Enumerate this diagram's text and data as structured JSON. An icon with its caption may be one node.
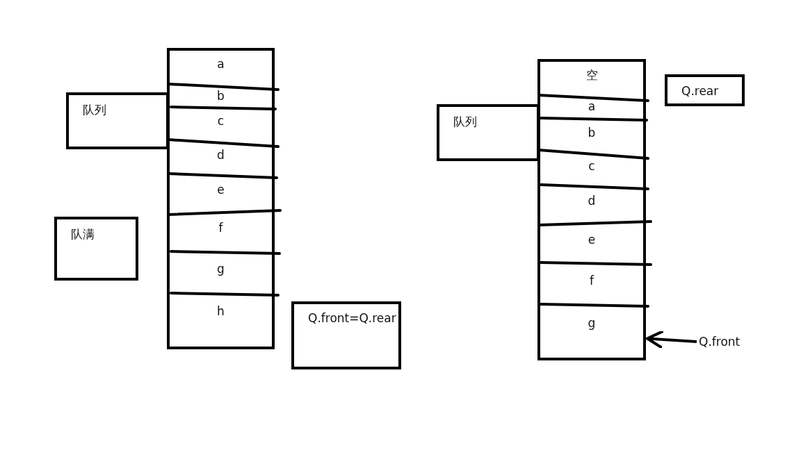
{
  "diagram": {
    "nodes": [
      {
        "text": [],
        "shape": "box"
      },
      {
        "text": [
          "a"
        ],
        "in": 0
      },
      {
        "text": [
          "b"
        ],
        "in": 0
      },
      {
        "text": [
          "c"
        ],
        "in": 0
      },
      {
        "text": [
          "d"
        ],
        "in": 0
      },
      {
        "text": [
          "e"
        ],
        "in": 0
      },
      {
        "text": [
          "f"
        ],
        "in": 0
      },
      {
        "text": [
          "g"
        ],
        "in": 0
      },
      {
        "text": [
          "h"
        ],
        "in": 0
      },
      {
        "text": [
          "队列"
        ]
      },
      {
        "text": [
          "队满"
        ]
      },
      {
        "text": [
          "Q.front=Q.rear"
        ]
      },
      {
        "text": [],
        "shape": "box"
      },
      {
        "text": [
          "空"
        ],
        "in": 12
      },
      {
        "text": [
          "a"
        ],
        "in": 12
      },
      {
        "text": [
          "b"
        ],
        "in": 12
      },
      {
        "text": [
          "c"
        ],
        "in": 12
      },
      {
        "text": [
          "d"
        ],
        "in": 12
      },
      {
        "text": [
          "e"
        ],
        "in": 12
      },
      {
        "text": [
          "f"
        ],
        "in": 12
      },
      {
        "text": [
          "g"
        ],
        "in": 12
      },
      {
        "text": [
          "队列"
        ]
      },
      {
        "text": [
          "Q.rear"
        ]
      },
      {
        "text": [
          "Q.front"
        ]
      }
    ],
    "edges": [
      {
        "from": 23,
        "to": 20,
        "arrow": "to"
      }
    ]
  }
}
